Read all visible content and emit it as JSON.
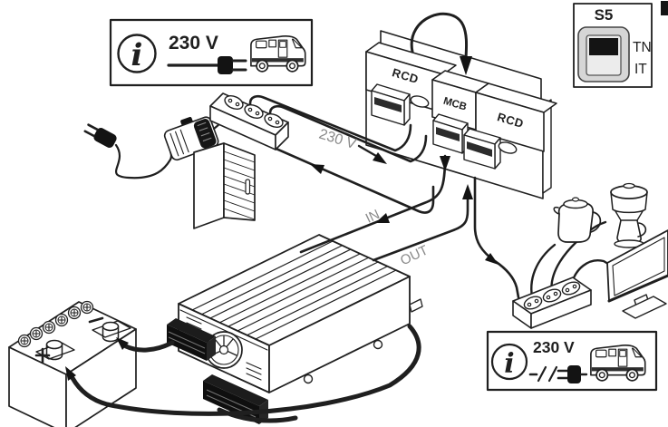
{
  "info_box_shore": {
    "voltage": "230 V",
    "info_glyph": "i"
  },
  "info_box_inverter": {
    "voltage": "230 V",
    "info_glyph": "i"
  },
  "mode_selector": {
    "label": "S5",
    "top": "TN",
    "bottom": "IT"
  },
  "breaker_panel": {
    "rcd_left": "RCD",
    "mcb": "MCB",
    "rcd_right": "RCD"
  },
  "cable_labels": {
    "in": "IN",
    "out": "OUT",
    "supply_voltage": "230 V"
  },
  "colors": {
    "line": "#1f1f1f",
    "muted_label": "#8a8a8a",
    "black_fill": "#131313",
    "switch_body": "#d6d6d6"
  }
}
